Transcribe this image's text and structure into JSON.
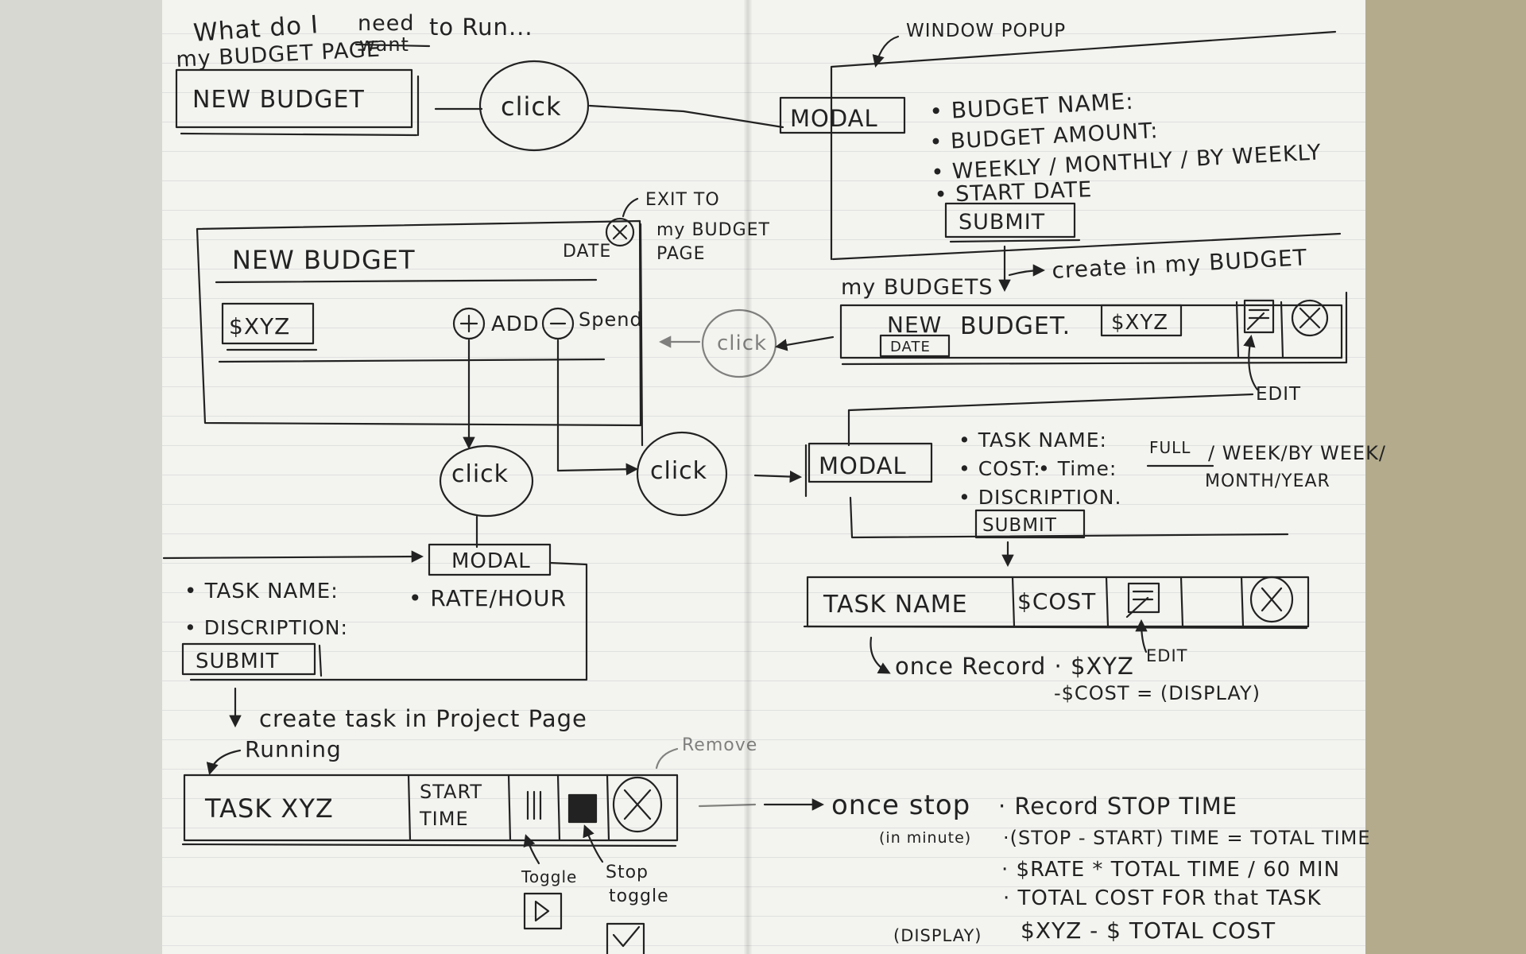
{
  "left_page": {
    "title_line1": "What do I",
    "title_need": "need",
    "title_struck": "want",
    "title_to_run": "to Run...",
    "title_line2": "my BUDGET PAGE",
    "new_budget_button": "NEW BUDGET",
    "click_1": "click",
    "exit_note": "EXIT TO my BUDGET PAGE",
    "exit_note_line1": "EXIT TO",
    "exit_note_line2": "my BUDGET",
    "exit_note_line3": "PAGE",
    "card": {
      "title": "NEW BUDGET",
      "date": "DATE",
      "amount": "$XYZ",
      "add": "ADD",
      "spend": "Spend"
    },
    "click_side": "click",
    "click_add": "click",
    "click_spend": "click",
    "modal": {
      "label": "MODAL",
      "task_name": "• TASK NAME:",
      "rate_hour": "• RATE/HOUR",
      "description": "• DISCRIPTION:",
      "submit": "SUBMIT"
    },
    "create_task": "create task in Project Page",
    "running": "Running",
    "remove": "Remove",
    "task_row": {
      "task": "TASK XYZ",
      "start_line1": "START",
      "start_line2": "TIME"
    },
    "toggle": "Toggle",
    "stop_line1": "Stop",
    "stop_line2": "toggle"
  },
  "right_page": {
    "window_popup": "WINDOW POPUP",
    "modal_1": {
      "label": "MODAL",
      "budget_name": "• BUDGET NAME:",
      "budget_amount": "• BUDGET AMOUNT:",
      "frequency": "• WEEKLY / MONTHLY / BY WEEKLY",
      "start_date": "• START DATE",
      "submit": "SUBMIT"
    },
    "create_in_my_budget": "create in my BUDGET",
    "my_budgets": "my BUDGETS",
    "budget_row": {
      "new": "NEW",
      "date": "DATE",
      "budget": "BUDGET.",
      "amount": "$XYZ"
    },
    "edit_1": "EDIT",
    "modal_2": {
      "label": "MODAL",
      "task_name": "• TASK NAME:",
      "cost": "• COST:",
      "time": "• Time:",
      "full_struck": "FULL",
      "week_by_week": "/ WEEK/BY WEEK/",
      "month_year": "MONTH/YEAR",
      "description": "• DISCRIPTION.",
      "submit": "SUBMIT"
    },
    "task_row": {
      "task_name": "TASK NAME",
      "cost": "$COST"
    },
    "edit_2": "EDIT",
    "once_record": "once Record · $XYZ",
    "cost_display": "-$COST = (DISPLAY)",
    "once_stop": "once stop",
    "record_stop": "· Record STOP TIME",
    "in_minute": "(in minute)",
    "total_time_formula": "·(STOP - START) TIME = TOTAL TIME",
    "rate_formula": "· $RATE * TOTAL TIME / 60 MIN",
    "total_cost_task": "· TOTAL COST FOR that TASK",
    "display": "(DISPLAY)",
    "final_formula": "$XYZ - $ TOTAL COST"
  }
}
